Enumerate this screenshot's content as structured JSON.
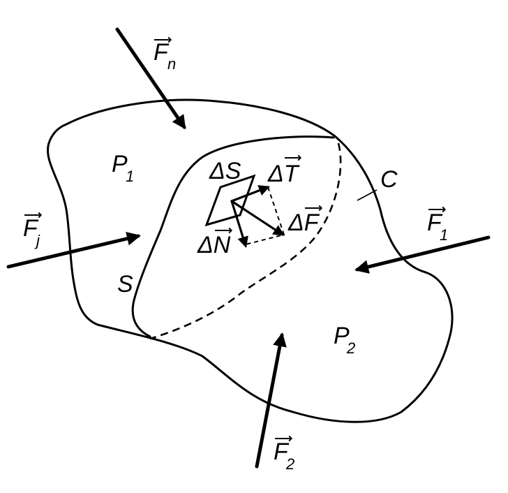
{
  "labels": {
    "fn": {
      "main": "F",
      "sub": "n"
    },
    "p1": {
      "main": "P",
      "sub": "1"
    },
    "fj": {
      "main": "F",
      "sub": "j"
    },
    "s": "S",
    "delta_s": "ΔS",
    "delta_t": "ΔT",
    "delta_f": "ΔF",
    "delta_n": "ΔN",
    "c": "C",
    "f1": {
      "main": "F",
      "sub": "1"
    },
    "p2": {
      "main": "P",
      "sub": "2"
    },
    "f2": {
      "main": "F",
      "sub": "2"
    }
  }
}
